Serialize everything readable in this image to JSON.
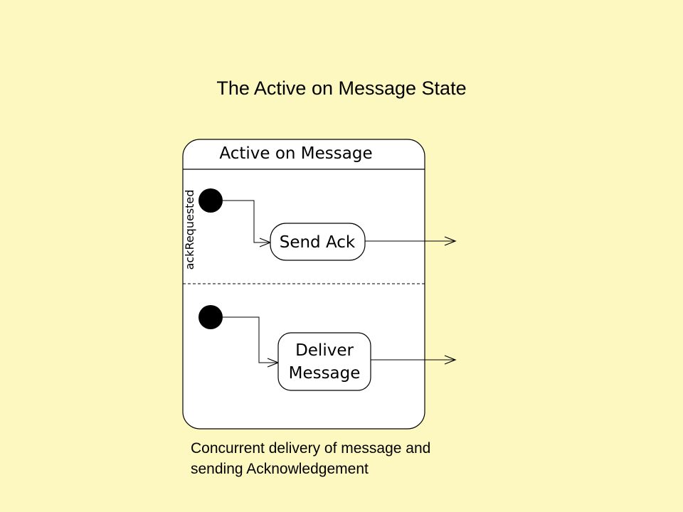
{
  "title": "The Active on Message State",
  "diagram": {
    "composite_state": "Active on Message",
    "guard_label": "ackRequested",
    "states": {
      "send_ack": "Send Ack",
      "deliver_line1": "Deliver",
      "deliver_line2": "Message"
    }
  },
  "caption": {
    "line1": "Concurrent delivery of message and",
    "line2": "sending Acknowledgement"
  },
  "colors": {
    "background": "#fcf8c0",
    "state_fill": "#ffffff",
    "line": "#000000"
  }
}
